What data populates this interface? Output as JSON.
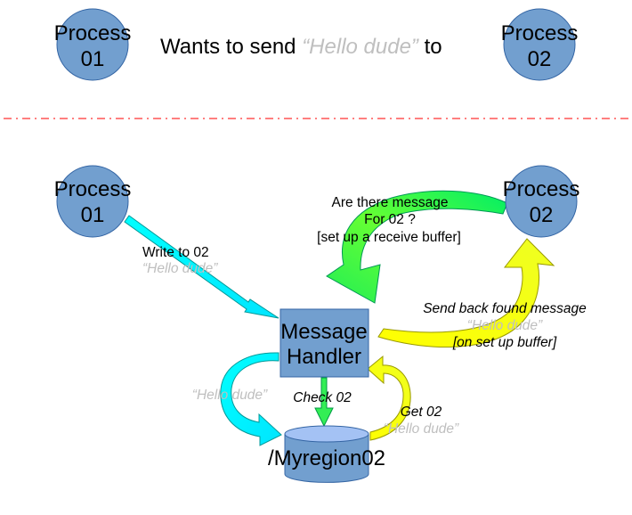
{
  "top": {
    "process_a": {
      "line1": "Process",
      "line2": "01"
    },
    "process_b": {
      "line1": "Process",
      "line2": "02"
    },
    "sentence_start": "Wants to send ",
    "sentence_quote": "“Hello dude”",
    "sentence_end": " to"
  },
  "bottom": {
    "process_a": {
      "line1": "Process",
      "line2": "01"
    },
    "process_b": {
      "line1": "Process",
      "line2": "02"
    },
    "handler": {
      "line1": "Message",
      "line2": "Handler"
    },
    "region": "/Myregion02",
    "write": {
      "label": "Write to 02",
      "quote": "“Hello dude”"
    },
    "query": {
      "line1": "Are there message",
      "line2": "For 02 ?",
      "line3": "[set up a receive buffer]"
    },
    "send_back": {
      "line1": "Send back found message",
      "quote": "“Hello dude”",
      "line3": "[on set up buffer]"
    },
    "store_quote": "“Hello dude”",
    "check": "Check 02",
    "get": {
      "label": "Get 02",
      "quote": "“Hello dude”"
    }
  },
  "colors": {
    "node_fill": "#729fcf",
    "node_stroke": "#3465a4",
    "separator": "#ff3333",
    "cyan_arrow": "#00ffff",
    "green_arrow": "#33ff66",
    "yellow_arrow": "#ffff00",
    "quote_text": "#bfbfbf"
  }
}
